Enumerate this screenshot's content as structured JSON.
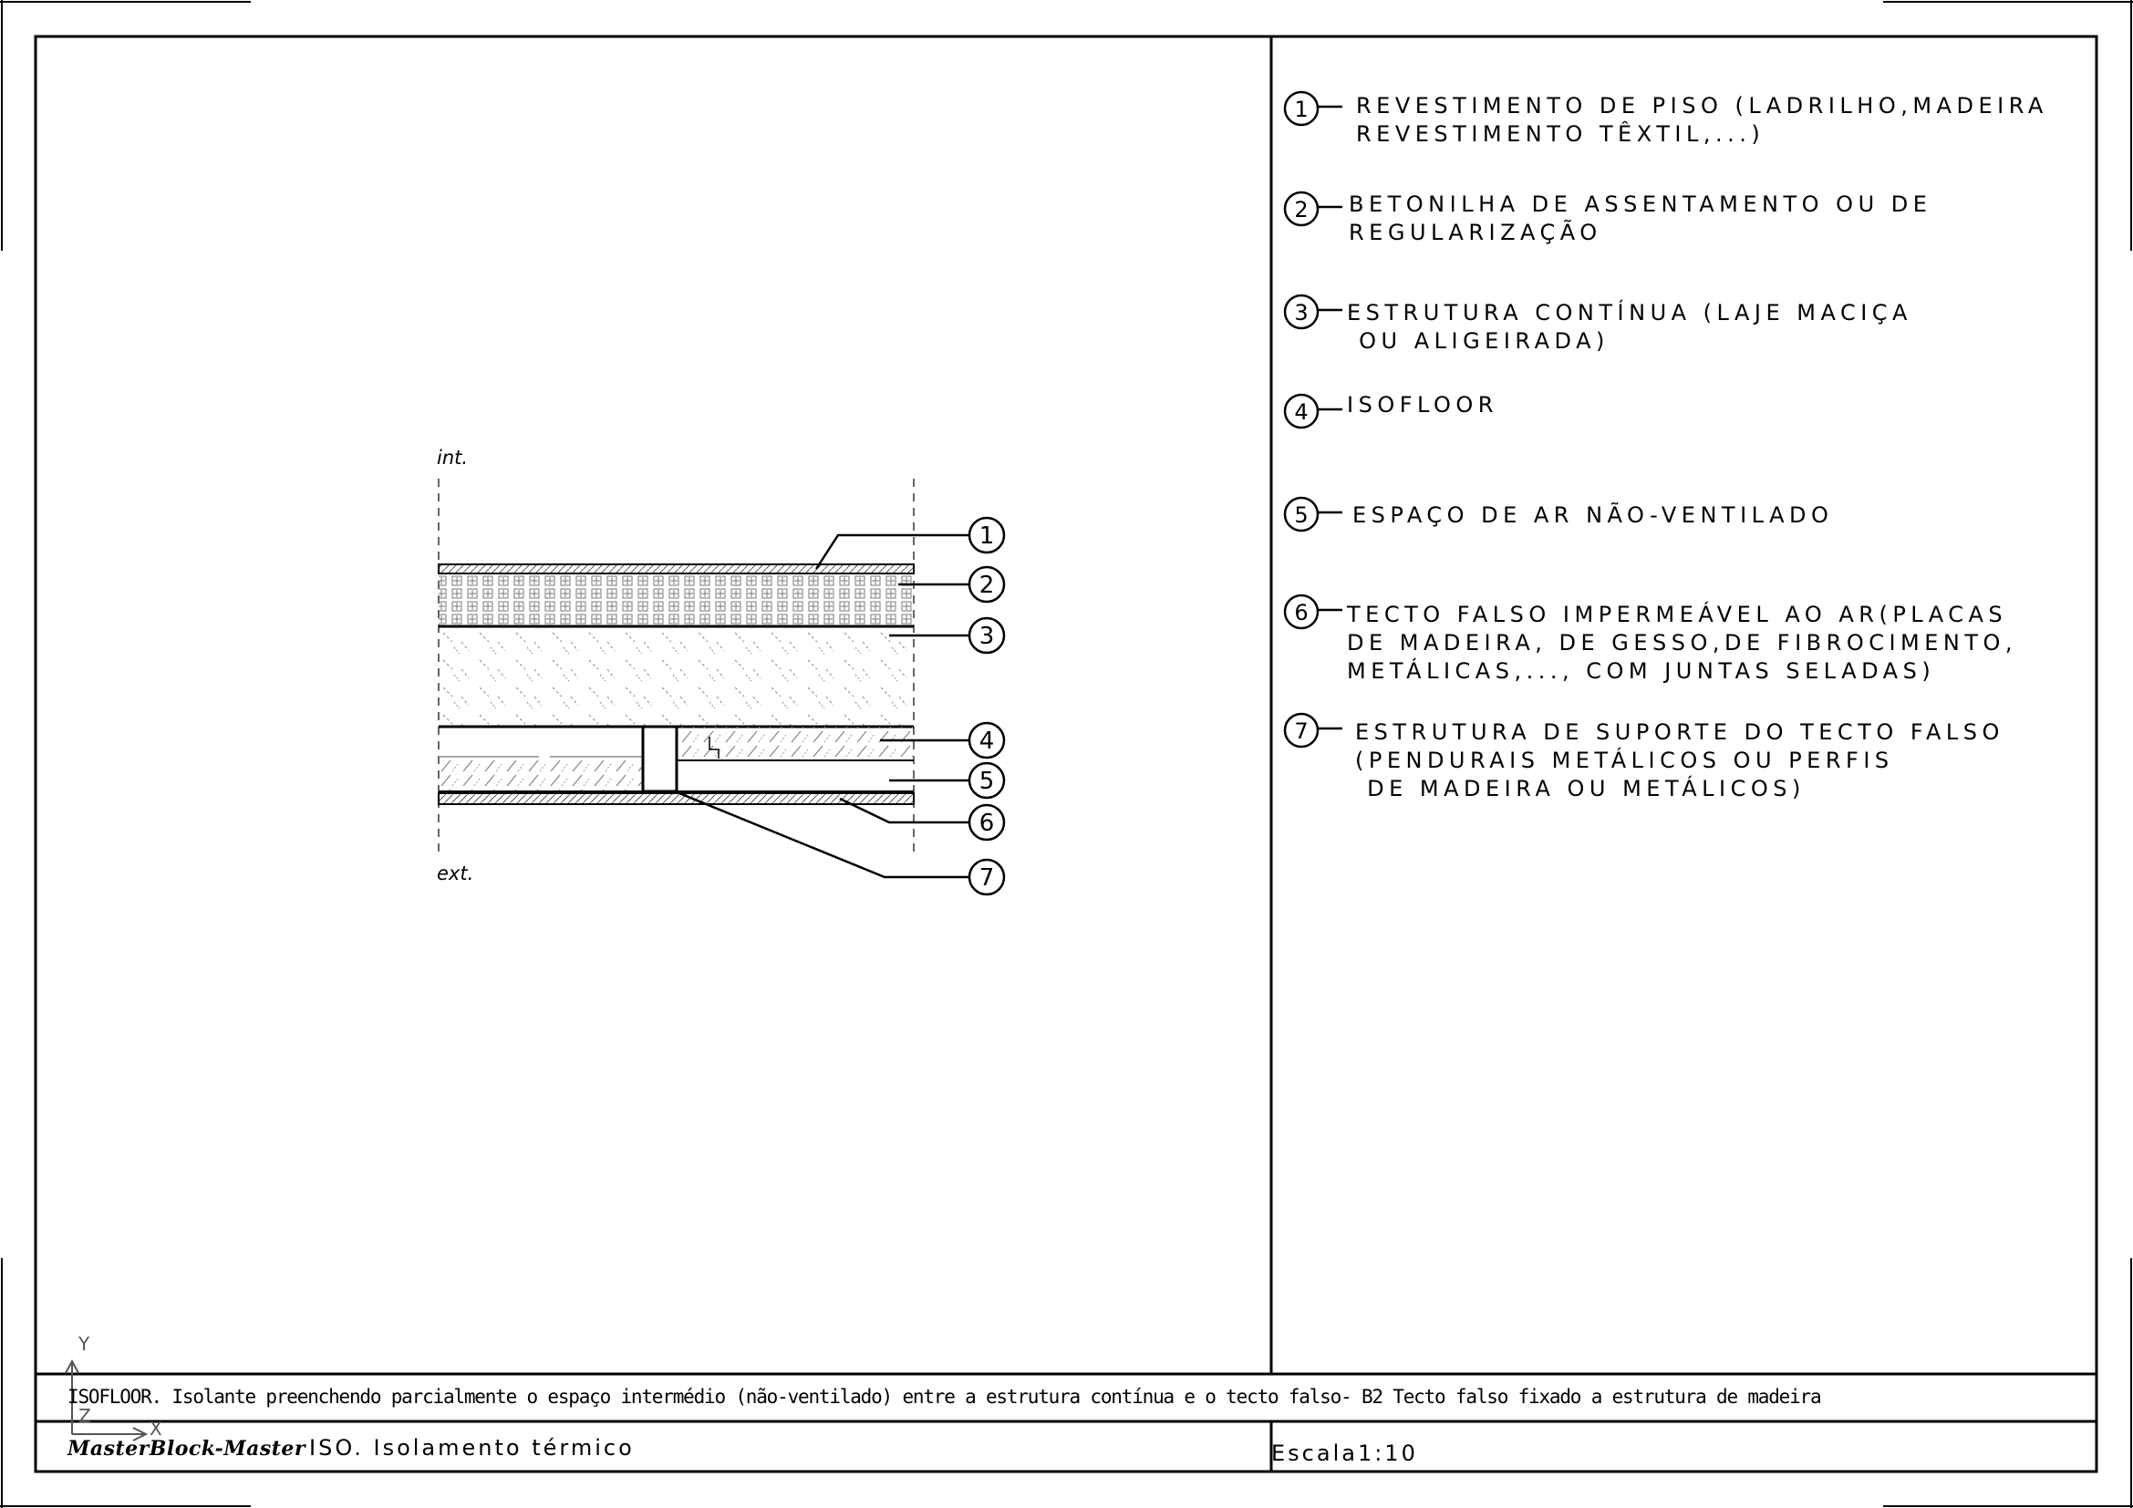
{
  "diagram": {
    "labels": {
      "int": "int.",
      "ext": "ext."
    },
    "markers": [
      "1",
      "2",
      "3",
      "4",
      "5",
      "6",
      "7"
    ]
  },
  "legend": [
    {
      "num": "1",
      "text": "REVESTIMENTO DE PISO (LADRILHO,MADEIRA\nREVESTIMENTO TÊXTIL,...)"
    },
    {
      "num": "2",
      "text": "BETONILHA DE ASSENTAMENTO OU DE\nREGULARIZAÇÃO"
    },
    {
      "num": "3",
      "text": "ESTRUTURA CONTÍNUA (LAJE MACIÇA\n OU ALIGEIRADA)"
    },
    {
      "num": "4",
      "text": "ISOFLOOR"
    },
    {
      "num": "5",
      "text": "ESPAÇO DE AR NÃO-VENTILADO"
    },
    {
      "num": "6",
      "text": "TECTO FALSO IMPERMEÁVEL AO AR(PLACAS\nDE MADEIRA, DE GESSO,DE FIBROCIMENTO,\nMETÁLICAS,..., COM JUNTAS SELADAS)"
    },
    {
      "num": "7",
      "text": "ESTRUTURA DE SUPORTE DO TECTO FALSO\n(PENDURAIS METÁLICOS OU PERFIS\n DE MADEIRA OU METÁLICOS)"
    }
  ],
  "caption": "ISOFLOOR. Isolante preenchendo parcialmente o espaço intermédio (não-ventilado) entre a estrutura contínua e o tecto falso- B2 Tecto falso fixado a estrutura de madeira",
  "title_block": {
    "brand": "MasterBlock-Master",
    "title": "ISO. Isolamento térmico",
    "scale": "Escala1:10"
  },
  "ucs": {
    "y": "Y",
    "x": "X",
    "z": "Z"
  }
}
